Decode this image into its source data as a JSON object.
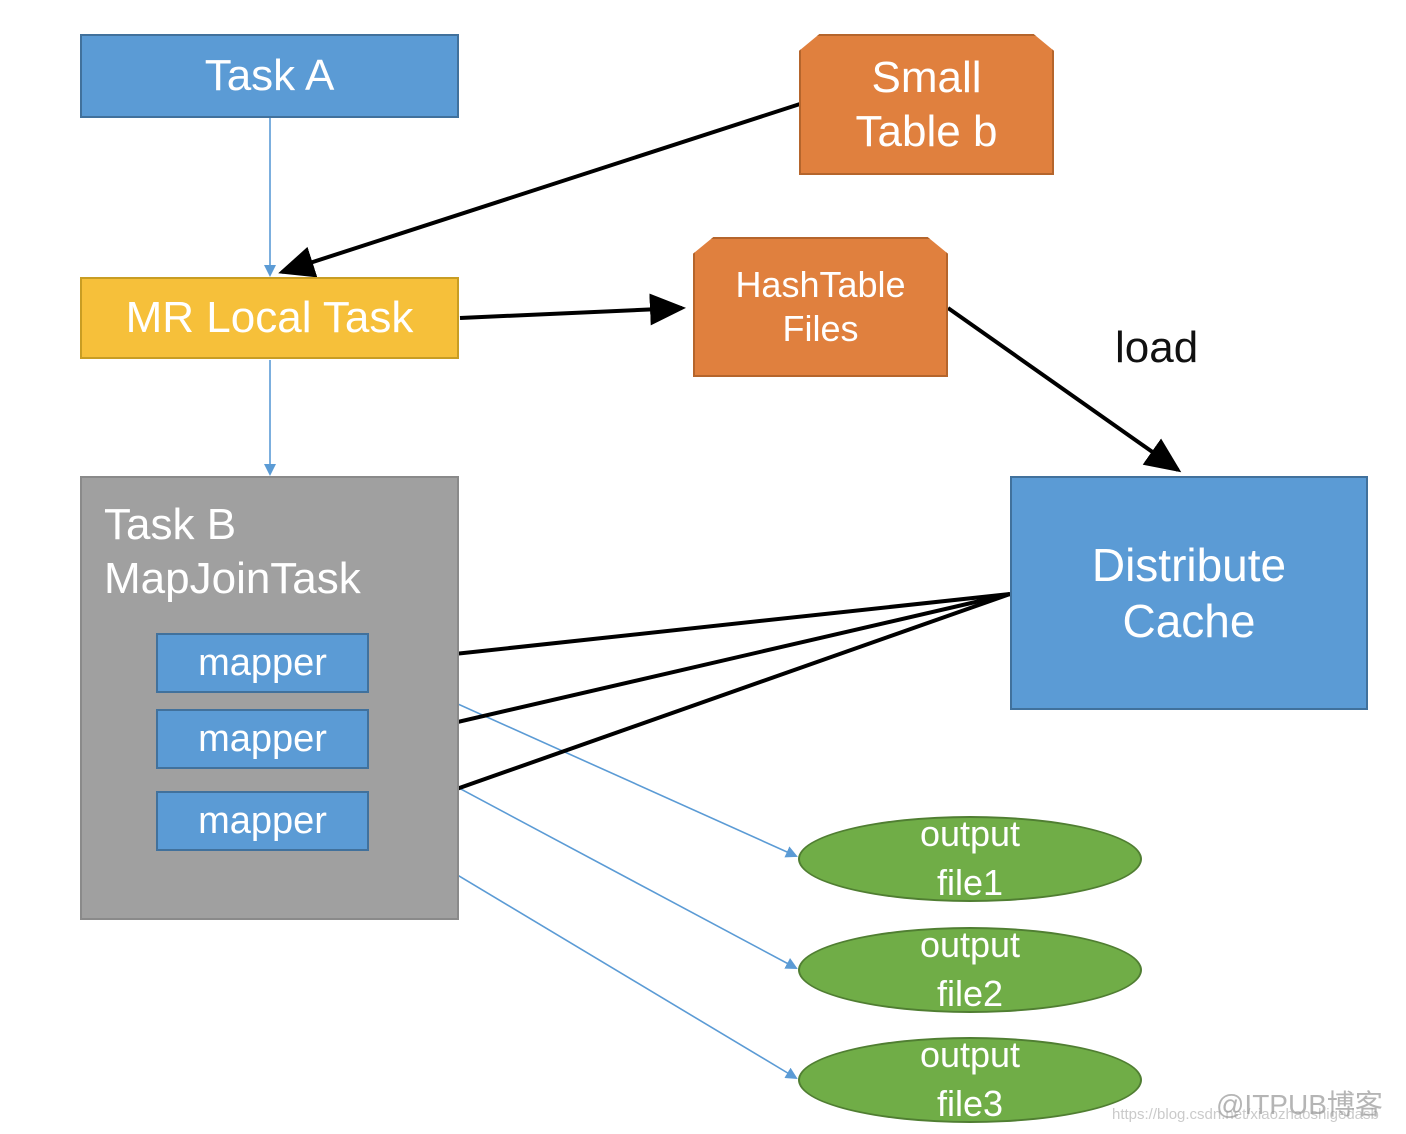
{
  "nodes": {
    "task_a": "Task A",
    "small_table": "Small\nTable b",
    "mr_local_task": "MR Local Task",
    "hashtable_files": "HashTable\nFiles",
    "task_b": "Task B\nMapJoinTask",
    "mapper_1": "mapper",
    "mapper_2": "mapper",
    "mapper_3": "mapper",
    "distribute_cache": "Distribute\nCache",
    "output_1": "output\nfile1",
    "output_2": "output\nfile2",
    "output_3": "output\nfile3"
  },
  "edge_labels": {
    "load": "load"
  },
  "watermark": {
    "text": "@ITPUB博客",
    "url": "https://blog.csdn.net/xiaozhaoshigedasb"
  },
  "colors": {
    "blue": "#5b9bd5",
    "yellow": "#f6c03a",
    "orange": "#e0803e",
    "gray": "#a0a0a0",
    "green": "#70ad47",
    "thin_arrow": "#5b9bd5",
    "thick_arrow": "#000000"
  }
}
